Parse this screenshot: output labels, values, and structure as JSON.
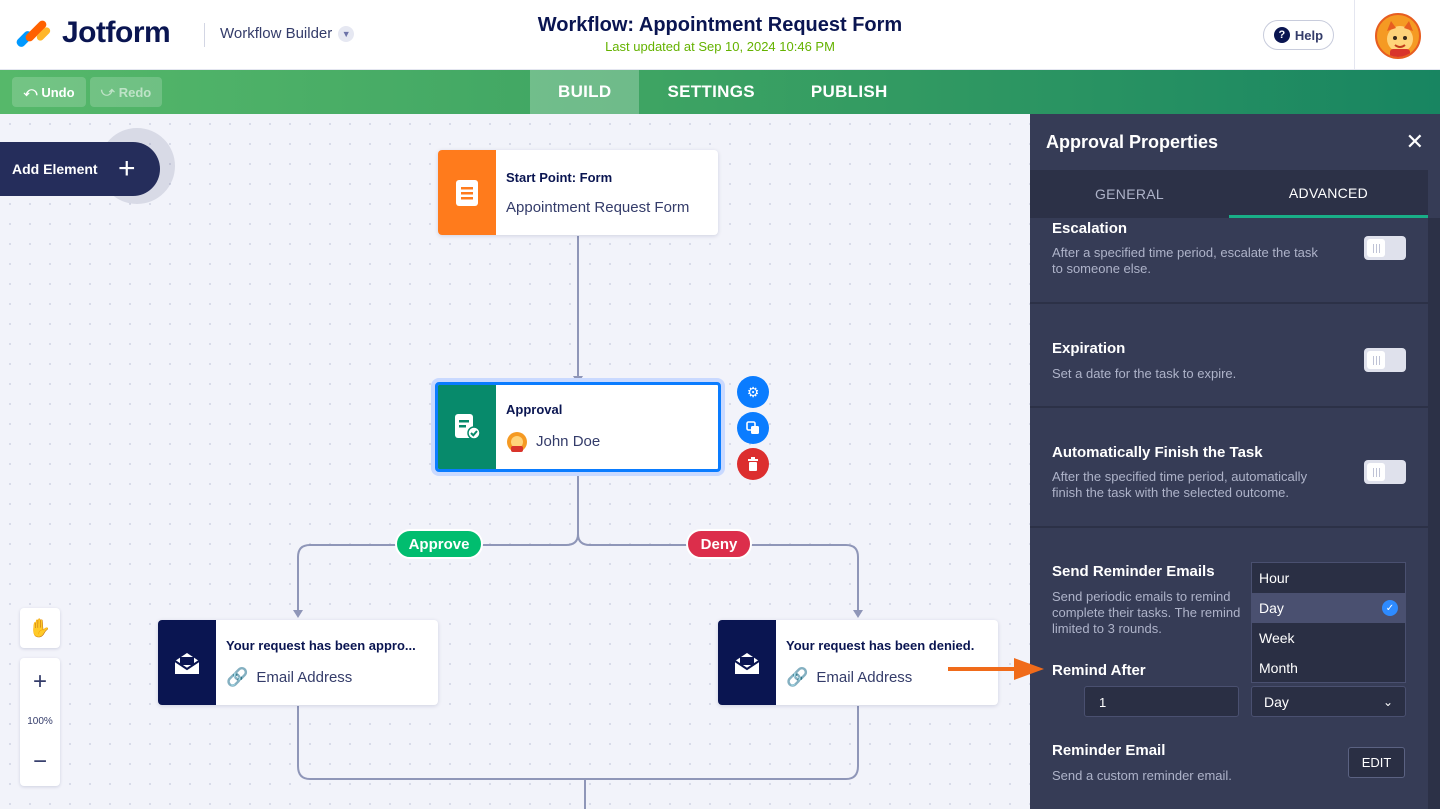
{
  "header": {
    "logo_text": "Jotform",
    "app_switcher": "Workflow Builder",
    "workflow_title": "Workflow: Appointment Request Form",
    "last_updated": "Last updated at Sep 10, 2024 10:46 PM",
    "help_label": "Help"
  },
  "toolbar": {
    "undo_label": "Undo",
    "redo_label": "Redo",
    "tabs": [
      {
        "label": "BUILD",
        "active": true
      },
      {
        "label": "SETTINGS",
        "active": false
      },
      {
        "label": "PUBLISH",
        "active": false
      }
    ]
  },
  "canvas": {
    "add_element_label": "Add Element",
    "zoom_level": "100%",
    "nodes": {
      "start": {
        "type": "Start Point: Form",
        "value": "Appointment Request Form"
      },
      "approval": {
        "type": "Approval",
        "value": "John Doe"
      },
      "email_approve": {
        "type": "Your request has been appro...",
        "value": "Email Address"
      },
      "email_deny": {
        "type": "Your request has been denied.",
        "value": "Email Address"
      }
    },
    "branches": {
      "approve": "Approve",
      "deny": "Deny"
    }
  },
  "panel": {
    "title": "Approval Properties",
    "tabs": [
      {
        "label": "GENERAL",
        "active": false
      },
      {
        "label": "ADVANCED",
        "active": true
      }
    ],
    "sections": {
      "escalation": {
        "title": "Escalation",
        "desc1": "After a specified time period, escalate the task",
        "desc2": "to someone else.",
        "enabled": false
      },
      "expiration": {
        "title": "Expiration",
        "desc1": "Set a date for the task to expire.",
        "enabled": false
      },
      "auto_finish": {
        "title": "Automatically Finish the Task",
        "desc1": "After the specified time period, automatically",
        "desc2": "finish the task with the selected outcome.",
        "enabled": false
      },
      "reminder": {
        "title": "Send Reminder Emails",
        "desc1": "Send periodic emails to remind",
        "desc2": "complete their tasks. The remind",
        "desc3": "limited to 3 rounds."
      },
      "remind_after": {
        "label": "Remind After",
        "value": "1",
        "unit": "Day",
        "options": [
          "Hour",
          "Day",
          "Week",
          "Month"
        ],
        "selected_option": "Day"
      },
      "reminder_email": {
        "title": "Reminder Email",
        "desc1": "Send a custom reminder email.",
        "edit_label": "EDIT"
      }
    }
  },
  "colors": {
    "accent_green": "#19ae87",
    "start_orange": "#ff7b1c",
    "approval_green": "#078a6b",
    "email_navy": "#0a1551",
    "approve_pill": "#01bd6f",
    "deny_pill": "#dc2e4b",
    "selected_blue": "#0a7cff",
    "annotation_arrow": "#f06b1a"
  }
}
